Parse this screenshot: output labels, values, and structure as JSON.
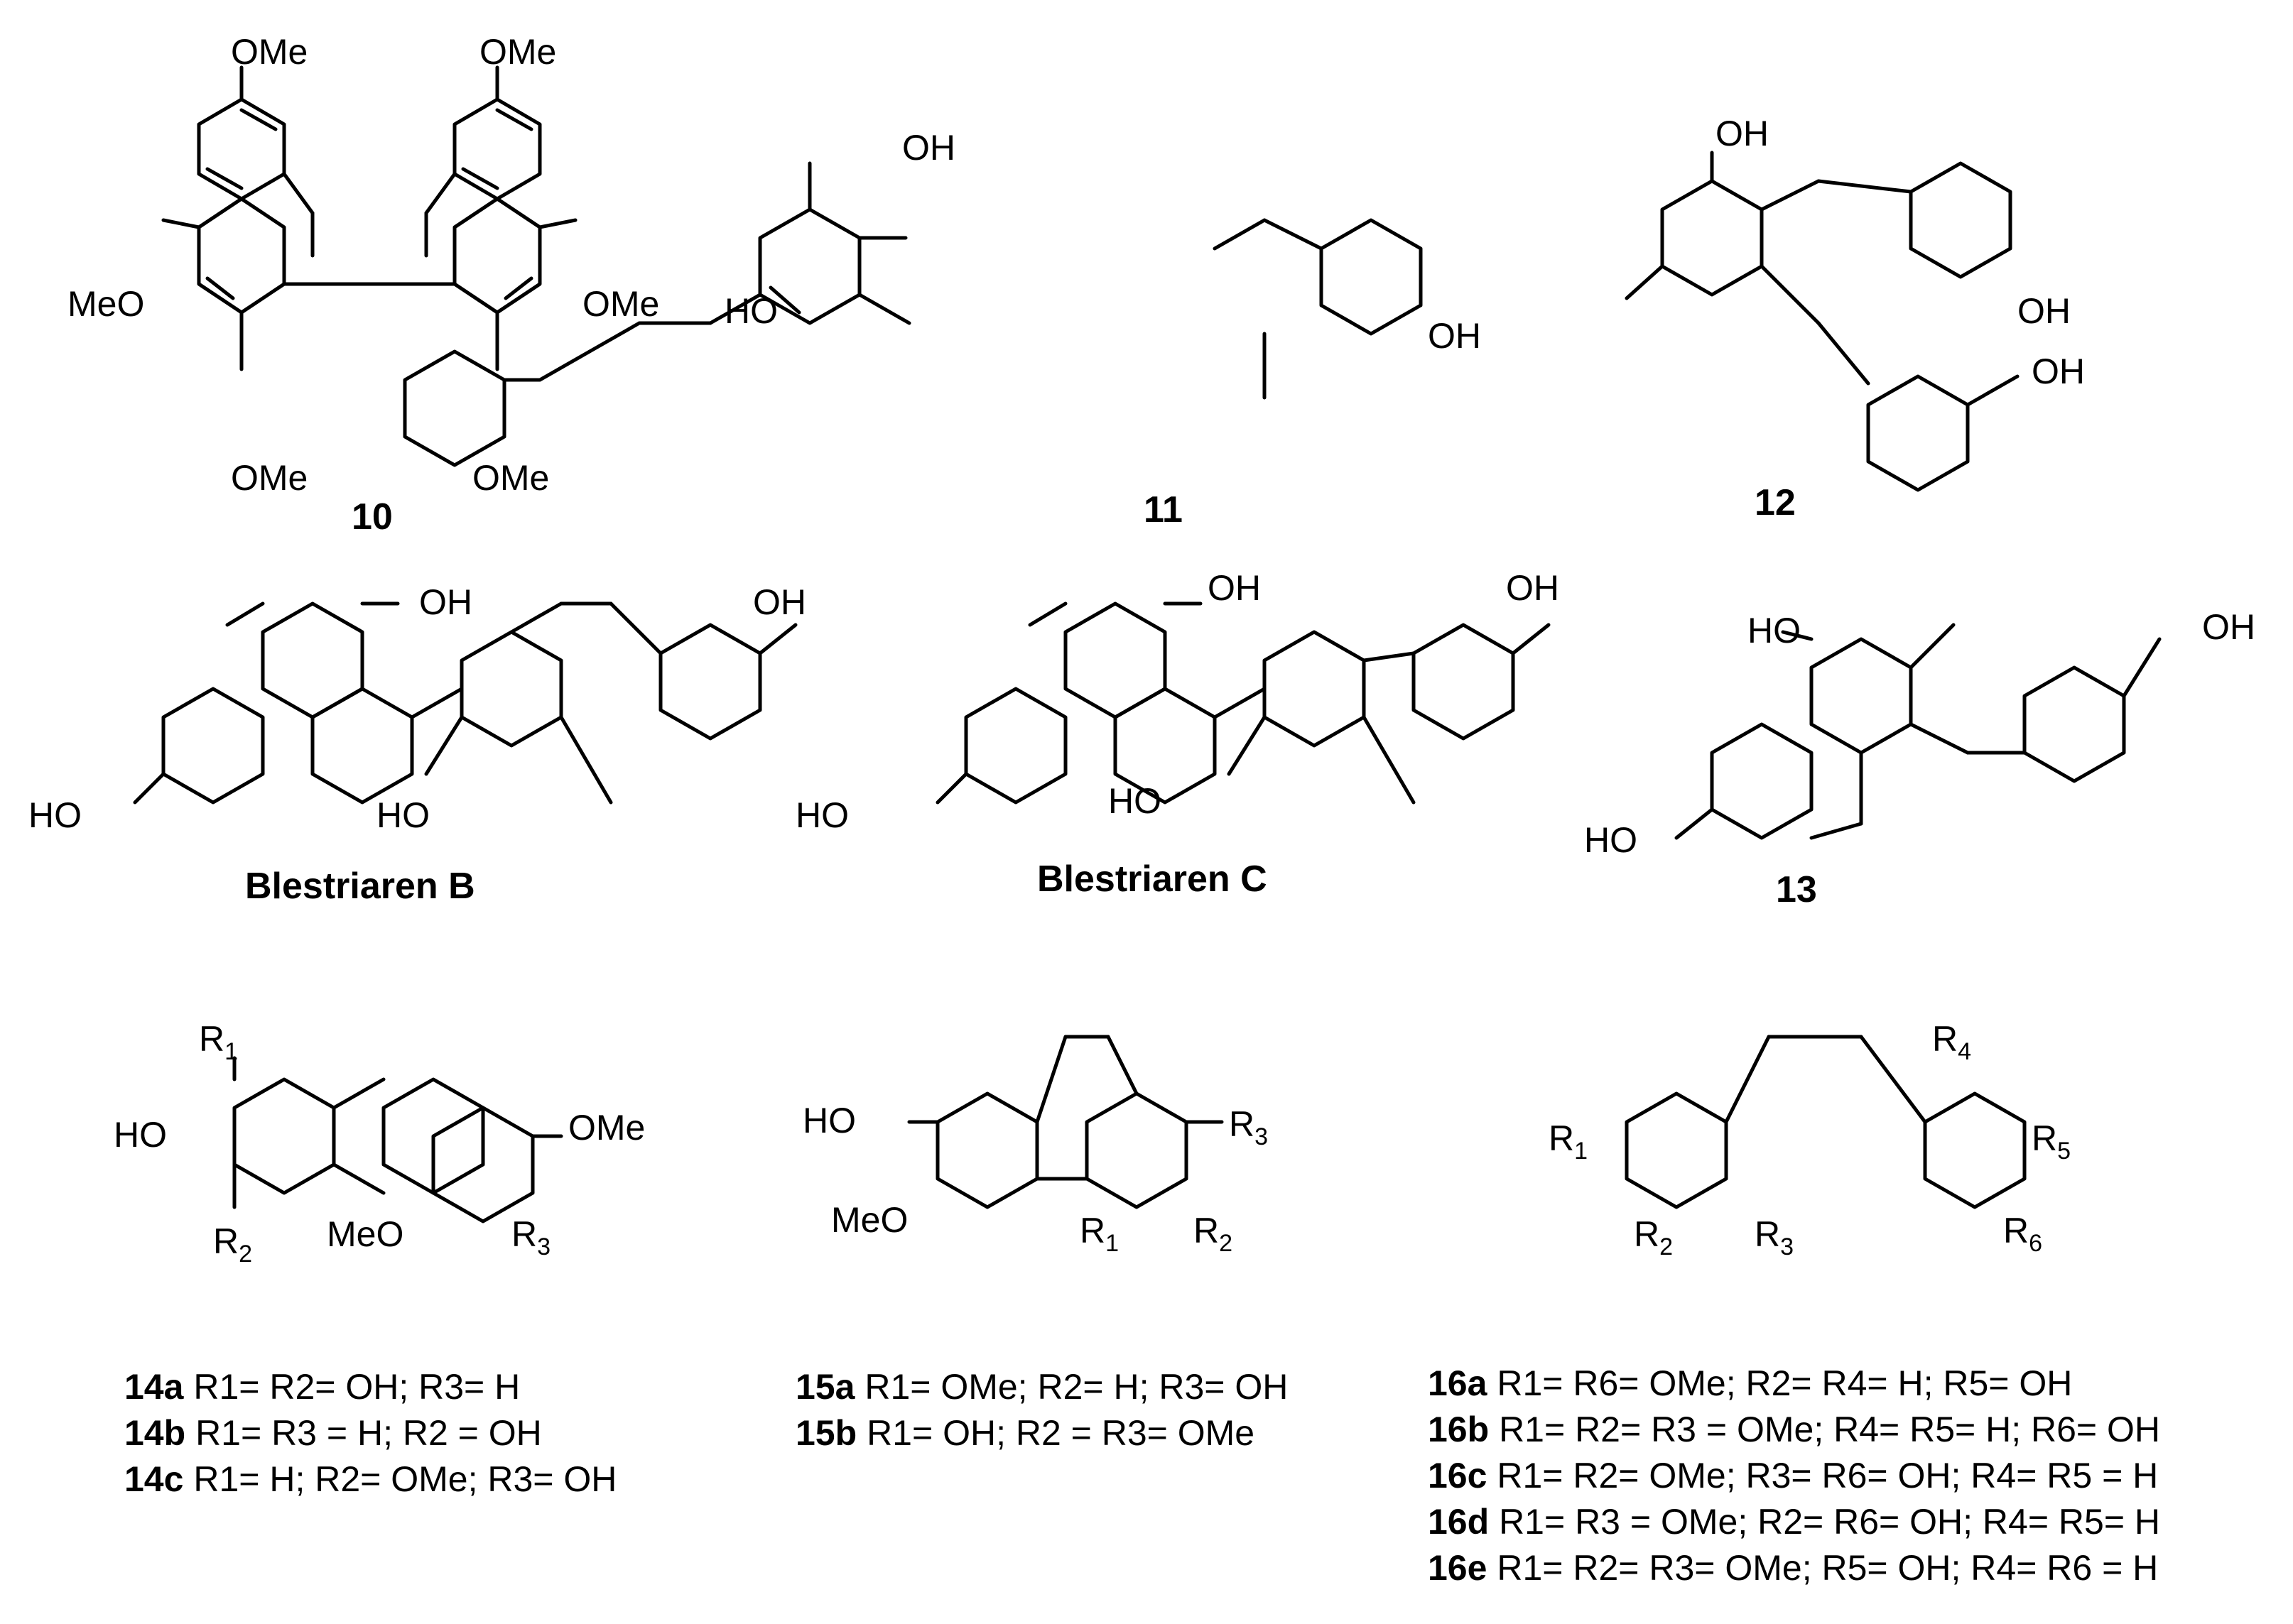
{
  "compounds": {
    "c10": {
      "label": "10",
      "groups": [
        "OMe",
        "OMe",
        "MeO",
        "OMe",
        "OMe",
        "OMe"
      ]
    },
    "c11": {
      "label": "11",
      "groups": [
        "OH",
        "HO",
        "OH"
      ]
    },
    "c12": {
      "label": "12",
      "groups": [
        "OH",
        "OH",
        "OH"
      ]
    },
    "blestriaren_b": {
      "label": "Blestriaren B",
      "groups": [
        "OH",
        "OH",
        "HO",
        "HO"
      ]
    },
    "blestriaren_c": {
      "label": "Blestriaren C",
      "groups": [
        "OH",
        "OH",
        "HO",
        "HO"
      ]
    },
    "c13": {
      "label": "13",
      "groups": [
        "HO",
        "OH",
        "HO"
      ]
    },
    "core14": {
      "groups": [
        "R",
        "HO",
        "R",
        "OMe",
        "MeO",
        "R"
      ],
      "subs": [
        "1",
        "2",
        "3"
      ]
    },
    "core15": {
      "groups": [
        "HO",
        "MeO",
        "R",
        "R",
        "R"
      ],
      "subs": [
        "3",
        "1",
        "2"
      ]
    },
    "core16": {
      "groups": [
        "R",
        "R",
        "R",
        "R",
        "R",
        "R"
      ],
      "subs": [
        "4",
        "1",
        "5",
        "2",
        "3",
        "6"
      ]
    }
  },
  "legend14": [
    {
      "id": "14a",
      "text": " R1= R2= OH; R3= H"
    },
    {
      "id": "14b",
      "text": " R1= R3 = H; R2 = OH"
    },
    {
      "id": "14c",
      "text": " R1= H; R2= OMe; R3= OH"
    }
  ],
  "legend15": [
    {
      "id": "15a",
      "text": " R1= OMe; R2= H; R3= OH"
    },
    {
      "id": "15b",
      "text": " R1= OH; R2 = R3= OMe"
    }
  ],
  "legend16": [
    {
      "id": "16a",
      "text": " R1= R6= OMe; R2= R4= H; R5= OH"
    },
    {
      "id": "16b",
      "text": " R1= R2= R3 = OMe; R4= R5= H; R6= OH"
    },
    {
      "id": "16c",
      "text": " R1= R2= OMe; R3= R6= OH; R4= R5 = H"
    },
    {
      "id": "16d",
      "text": " R1= R3 = OMe; R2= R6= OH; R4= R5= H"
    },
    {
      "id": "16e",
      "text": " R1= R2= R3= OMe; R5= OH; R4= R6 = H"
    }
  ]
}
